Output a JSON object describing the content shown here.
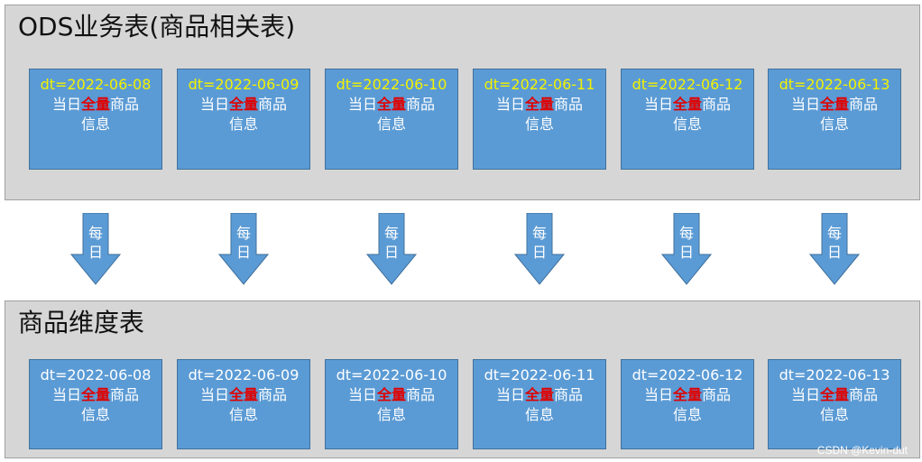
{
  "top_band": {
    "title": "ODS业务表(商品相关表)",
    "boxes": [
      {
        "dt": "dt=2022-06-08",
        "pre": "当日",
        "hl": "全量",
        "post": "商品",
        "line3": "信息"
      },
      {
        "dt": "dt=2022-06-09",
        "pre": "当日",
        "hl": "全量",
        "post": "商品",
        "line3": "信息"
      },
      {
        "dt": "dt=2022-06-10",
        "pre": "当日",
        "hl": "全量",
        "post": "商品",
        "line3": "信息"
      },
      {
        "dt": "dt=2022-06-11",
        "pre": "当日",
        "hl": "全量",
        "post": "商品",
        "line3": "信息"
      },
      {
        "dt": "dt=2022-06-12",
        "pre": "当日",
        "hl": "全量",
        "post": "商品",
        "line3": "信息"
      },
      {
        "dt": "dt=2022-06-13",
        "pre": "当日",
        "hl": "全量",
        "post": "商品",
        "line3": "信息"
      }
    ]
  },
  "arrows": [
    {
      "l1": "每",
      "l2": "日"
    },
    {
      "l1": "每",
      "l2": "日"
    },
    {
      "l1": "每",
      "l2": "日"
    },
    {
      "l1": "每",
      "l2": "日"
    },
    {
      "l1": "每",
      "l2": "日"
    },
    {
      "l1": "每",
      "l2": "日"
    }
  ],
  "bottom_band": {
    "title": "商品维度表",
    "boxes": [
      {
        "dt": "dt=2022-06-08",
        "pre": "当日",
        "hl": "全量",
        "post": "商品",
        "line3": "信息"
      },
      {
        "dt": "dt=2022-06-09",
        "pre": "当日",
        "hl": "全量",
        "post": "商品",
        "line3": "信息"
      },
      {
        "dt": "dt=2022-06-10",
        "pre": "当日",
        "hl": "全量",
        "post": "商品",
        "line3": "信息"
      },
      {
        "dt": "dt=2022-06-11",
        "pre": "当日",
        "hl": "全量",
        "post": "商品",
        "line3": "信息"
      },
      {
        "dt": "dt=2022-06-12",
        "pre": "当日",
        "hl": "全量",
        "post": "商品",
        "line3": "信息"
      },
      {
        "dt": "dt=2022-06-13",
        "pre": "当日",
        "hl": "全量",
        "post": "商品",
        "line3": "信息"
      }
    ]
  },
  "colors": {
    "box_fill": "#5b9bd5",
    "box_border": "#41719c",
    "band_fill": "#d6d6d6",
    "top_dt_text": "#f2f200",
    "highlight_text": "#e00000",
    "arrow_fill": "#5b9bd5"
  },
  "watermark": "CSDN @Kevin-dut"
}
